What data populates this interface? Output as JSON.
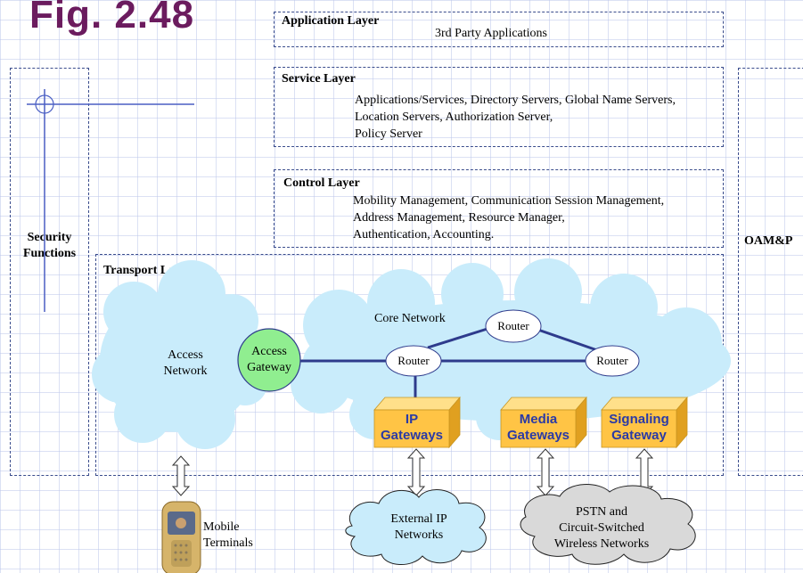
{
  "figure_title": "Fig. 2.48",
  "layers": {
    "application": {
      "label": "Application Layer",
      "content": "3rd Party Applications"
    },
    "service": {
      "label": "Service Layer",
      "lines": [
        "Applications/Services, Directory Servers, Global Name Servers,",
        "Location Servers, Authorization Server,",
        "Policy Server"
      ]
    },
    "control": {
      "label": "Control Layer",
      "lines": [
        "Mobility Management, Communication Session Management,",
        "Address Management, Resource Manager,",
        "Authentication, Accounting."
      ]
    },
    "transport": {
      "label": "Transport Layer"
    }
  },
  "side_panels": {
    "security": {
      "line1": "Security",
      "line2": "Functions"
    },
    "oamp": {
      "label": "OAM&P"
    }
  },
  "network": {
    "access_network": {
      "line1": "Access",
      "line2": "Network"
    },
    "access_gateway": {
      "line1": "Access",
      "line2": "Gateway"
    },
    "core_network": "Core Network",
    "routers": [
      "Router",
      "Router",
      "Router"
    ],
    "gateways": [
      {
        "line1": "IP",
        "line2": "Gateways"
      },
      {
        "line1": "Media",
        "line2": "Gateways"
      },
      {
        "line1": "Signaling",
        "line2": "Gateway"
      }
    ],
    "external_ip": {
      "line1": "External IP",
      "line2": "Networks"
    },
    "pstn": {
      "line1": "PSTN and",
      "line2": "Circuit-Switched",
      "line3": "Wireless Networks"
    },
    "mobile": {
      "line1": "Mobile",
      "line2": "Terminals"
    }
  },
  "colors": {
    "title": "#6b1b5e",
    "cloud_blue": "#c9ecfb",
    "cloud_grey": "#d9d9d9",
    "gateway_orange": "#ffc445",
    "access_gateway_green": "#90ee90",
    "link": "#2e3b8c",
    "gateway_text": "#2a3aa6"
  }
}
